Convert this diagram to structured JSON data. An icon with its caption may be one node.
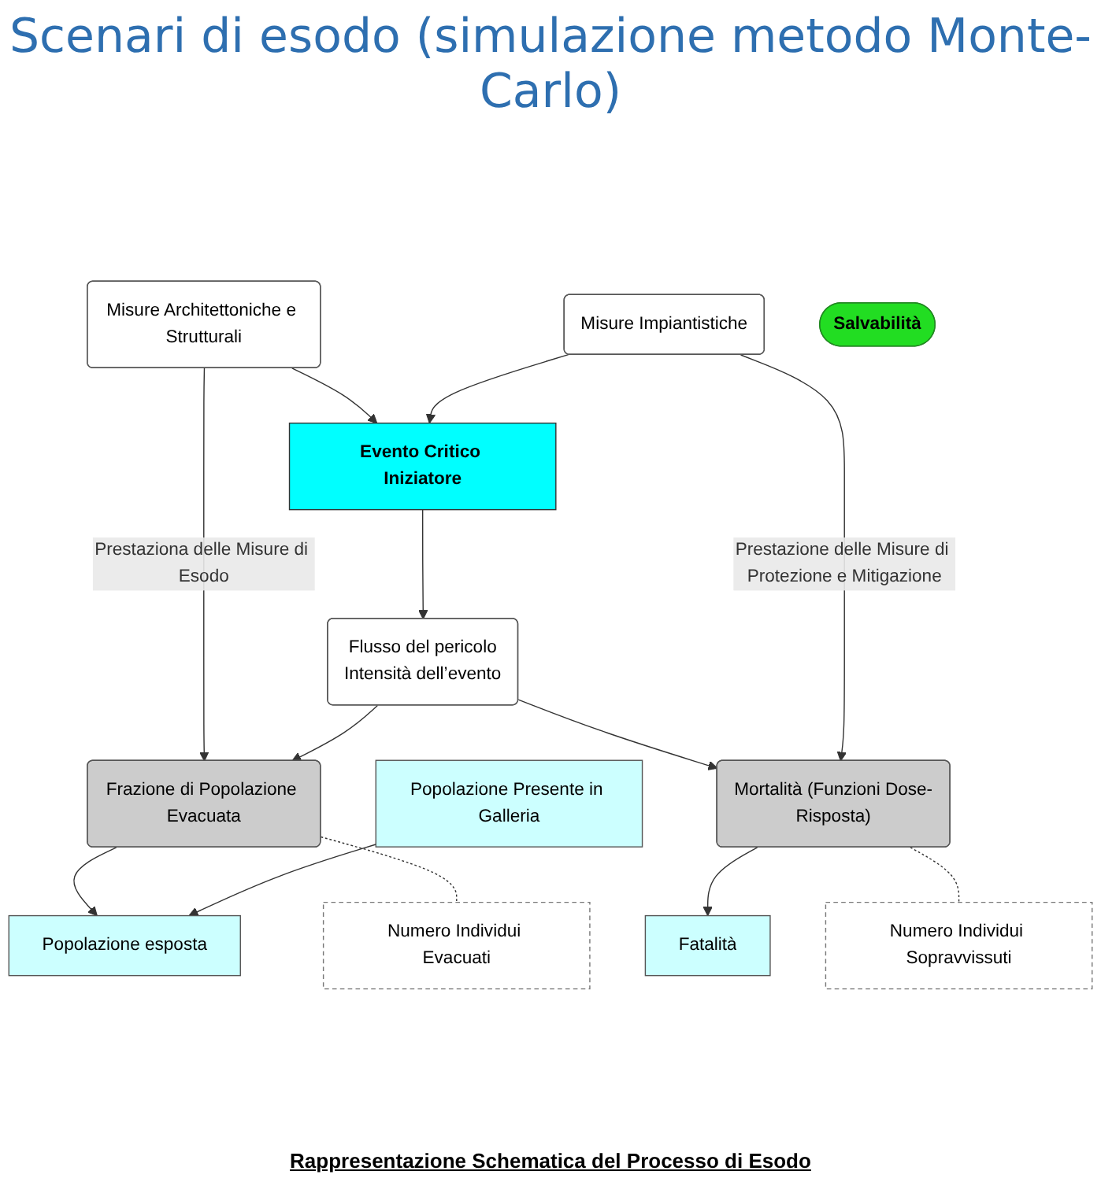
{
  "diagram": {
    "title": "Scenari di esodo (simulazione metodo Monte-Carlo)",
    "caption": "Rappresentazione Schematica del Processo di Esodo",
    "nodes": [
      {
        "text": [
          "Evento Critico Iniziatore"
        ]
      },
      {
        "text": [
          "Misure Architettoniche e Strutturali"
        ]
      },
      {
        "text": [
          "Flusso del pericolo",
          "Intensità dell’evento"
        ]
      },
      {
        "text": [
          "Misure Impiantistiche"
        ]
      },
      {
        "text": [
          "Frazione di Popolazione Evacuata"
        ]
      },
      {
        "text": [
          "Mortalità (Funzioni Dose-Risposta)"
        ]
      },
      {
        "text": [
          "Popolazione Presente in Galleria"
        ]
      },
      {
        "text": [
          "Popolazione esposta"
        ]
      },
      {
        "text": [
          "Fatalità"
        ]
      },
      {
        "text": [
          "Salvabilità"
        ]
      },
      {
        "text": [
          "Numero Individui Evacuati"
        ]
      },
      {
        "text": [
          "Numero Individui Sopravvissuti"
        ]
      }
    ],
    "edges": [
      {
        "from": 1,
        "to": 0,
        "arrow": "to"
      },
      {
        "from": 0,
        "to": 2,
        "arrow": "to"
      },
      {
        "from": 3,
        "to": 0,
        "arrow": "to"
      },
      {
        "from": 1,
        "to": 4,
        "arrow": "to",
        "label": "Prestaziona delle Misure di Esodo"
      },
      {
        "from": 2,
        "to": 4,
        "arrow": "to"
      },
      {
        "from": 2,
        "to": 5,
        "arrow": "to"
      },
      {
        "from": 3,
        "to": 5,
        "arrow": "to",
        "label": "Prestazione delle Misure di Protezione e Mitigazione"
      },
      {
        "from": 4,
        "to": 7,
        "arrow": "to"
      },
      {
        "from": 6,
        "to": 7,
        "arrow": "to"
      },
      {
        "from": 5,
        "to": 8,
        "arrow": "to"
      },
      {
        "from": 4,
        "to": 10,
        "arrow": "none",
        "style": "dashed"
      },
      {
        "from": 5,
        "to": 11,
        "arrow": "none",
        "style": "dashed"
      }
    ]
  }
}
